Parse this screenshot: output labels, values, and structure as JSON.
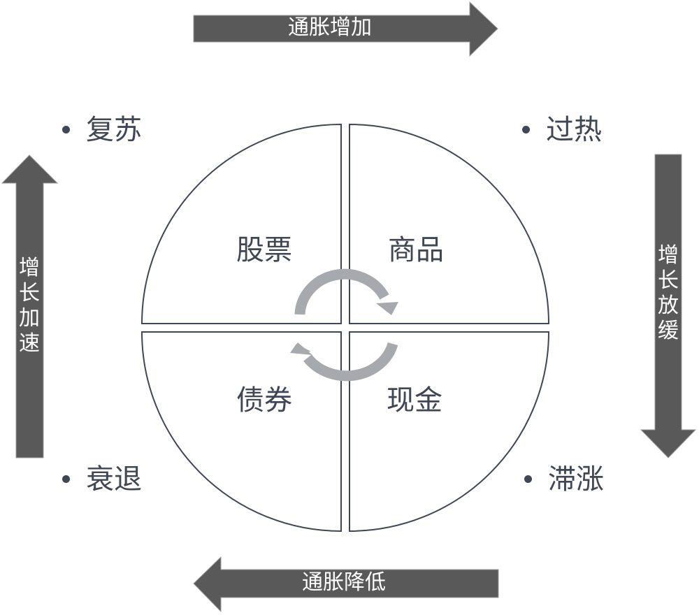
{
  "arrows": {
    "top": "通胀增加",
    "bottom": "通胀降低",
    "left": "增长加速",
    "right": "增长放缓"
  },
  "phases": {
    "top_left": "复苏",
    "top_right": "过热",
    "bottom_left": "衰退",
    "bottom_right": "滞涨"
  },
  "assets": {
    "top_left": "股票",
    "top_right": "商品",
    "bottom_left": "债券",
    "bottom_right": "现金"
  },
  "colors": {
    "arrow": "#595959",
    "cycle_arrow": "#a6a9ae",
    "text": "#3f4654",
    "outline": "#3f4654"
  }
}
